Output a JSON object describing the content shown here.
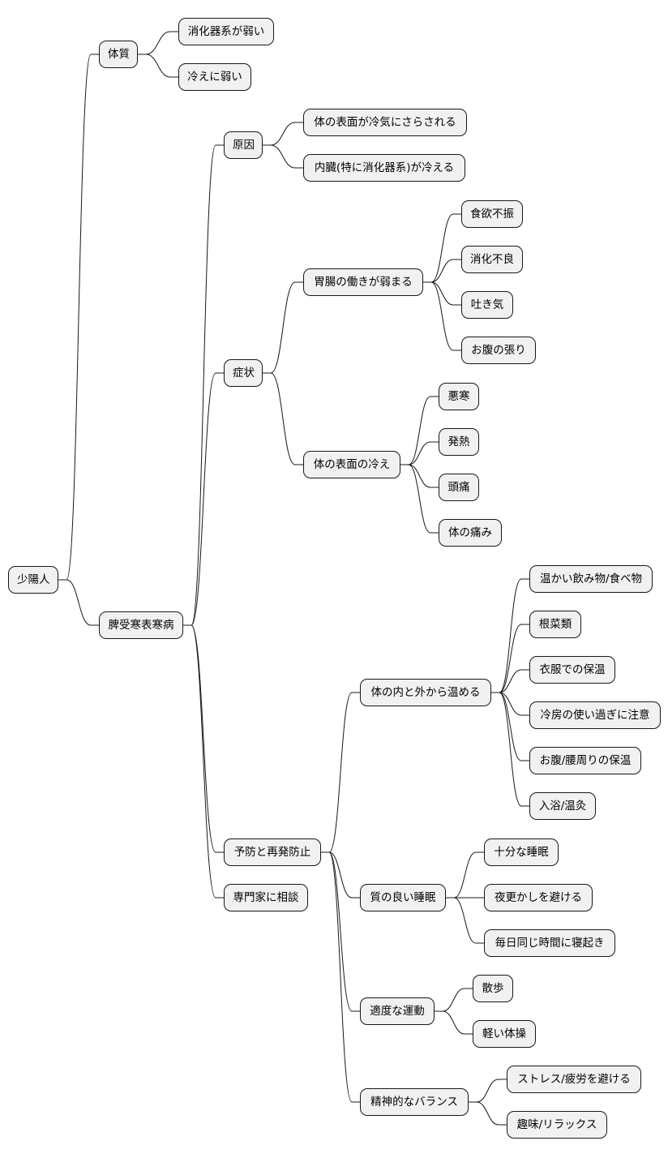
{
  "root": {
    "label": "少陽人",
    "children": [
      {
        "label": "体質",
        "children": [
          {
            "label": "消化器系が弱い"
          },
          {
            "label": "冷えに弱い"
          }
        ]
      },
      {
        "label": "脾受寒表寒病",
        "children": [
          {
            "label": "原因",
            "children": [
              {
                "label": "体の表面が冷気にさらされる"
              },
              {
                "label": "内臓(特に消化器系)が冷える"
              }
            ]
          },
          {
            "label": "症状",
            "children": [
              {
                "label": "胃腸の働きが弱まる",
                "children": [
                  {
                    "label": "食欲不振"
                  },
                  {
                    "label": "消化不良"
                  },
                  {
                    "label": "吐き気"
                  },
                  {
                    "label": "お腹の張り"
                  }
                ]
              },
              {
                "label": "体の表面の冷え",
                "children": [
                  {
                    "label": "悪寒"
                  },
                  {
                    "label": "発熱"
                  },
                  {
                    "label": "頭痛"
                  },
                  {
                    "label": "体の痛み"
                  }
                ]
              }
            ]
          },
          {
            "label": "予防と再発防止",
            "children": [
              {
                "label": "体の内と外から温める",
                "children": [
                  {
                    "label": "温かい飲み物/食べ物"
                  },
                  {
                    "label": "根菜類"
                  },
                  {
                    "label": "衣服での保温"
                  },
                  {
                    "label": "冷房の使い過ぎに注意"
                  },
                  {
                    "label": "お腹/腰周りの保温"
                  },
                  {
                    "label": "入浴/温灸"
                  }
                ]
              },
              {
                "label": "質の良い睡眠",
                "children": [
                  {
                    "label": "十分な睡眠"
                  },
                  {
                    "label": "夜更かしを避ける"
                  },
                  {
                    "label": "毎日同じ時間に寝起き"
                  }
                ]
              },
              {
                "label": "適度な運動",
                "children": [
                  {
                    "label": "散歩"
                  },
                  {
                    "label": "軽い体操"
                  }
                ]
              },
              {
                "label": "精神的なバランス",
                "children": [
                  {
                    "label": "ストレス/疲労を避ける"
                  },
                  {
                    "label": "趣味/リラックス"
                  }
                ]
              }
            ]
          },
          {
            "label": "専門家に相談"
          }
        ]
      }
    ]
  }
}
